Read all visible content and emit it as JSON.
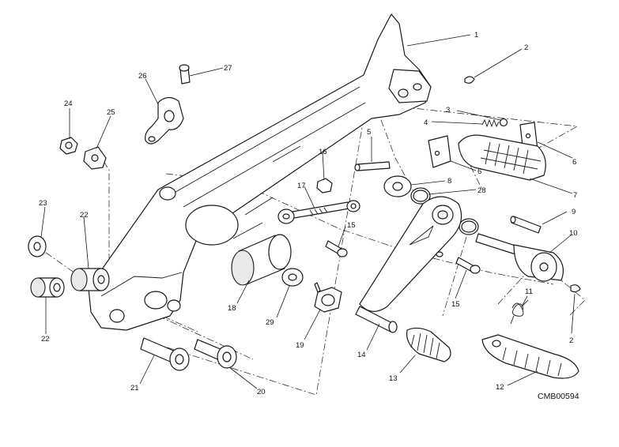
{
  "diagram": {
    "title": "Ducati exploded view - left rearset (gear change pedal and footpeg)",
    "drawing_code": "CMB00594",
    "callouts": {
      "c1": "1",
      "c2a": "2",
      "c2b": "2",
      "c3": "3",
      "c4": "4",
      "c5": "5",
      "c6a": "6",
      "c6b": "6",
      "c7": "7",
      "c8": "8",
      "c9": "9",
      "c10": "10",
      "c11": "11",
      "c12": "12",
      "c13": "13",
      "c14": "14",
      "c15a": "15",
      "c15b": "15",
      "c16": "16",
      "c17": "17",
      "c18": "18",
      "c19": "19",
      "c20": "20",
      "c21": "21",
      "c22a": "22",
      "c22b": "22",
      "c23": "23",
      "c24": "24",
      "c25": "25",
      "c26": "26",
      "c27": "27",
      "c28": "28",
      "c29": "29"
    }
  }
}
